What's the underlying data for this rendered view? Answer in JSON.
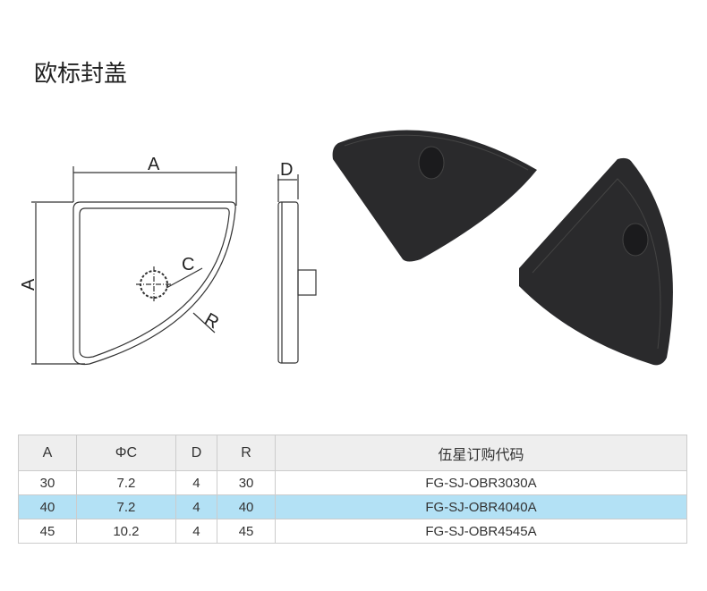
{
  "title": "欧标封盖",
  "drawing": {
    "dim_a_top": "A",
    "dim_a_left": "A",
    "dim_c": "C",
    "dim_r": "R",
    "dim_d": "D"
  },
  "table": {
    "headers": [
      "A",
      "ΦC",
      "D",
      "R",
      "伍星订购代码"
    ],
    "rows": [
      [
        "30",
        "7.2",
        "4",
        "30",
        "FG-SJ-OBR3030A"
      ],
      [
        "40",
        "7.2",
        "4",
        "40",
        "FG-SJ-OBR4040A"
      ],
      [
        "45",
        "10.2",
        "4",
        "45",
        "FG-SJ-OBR4545A"
      ]
    ],
    "highlight_color": "#b3e1f5"
  }
}
